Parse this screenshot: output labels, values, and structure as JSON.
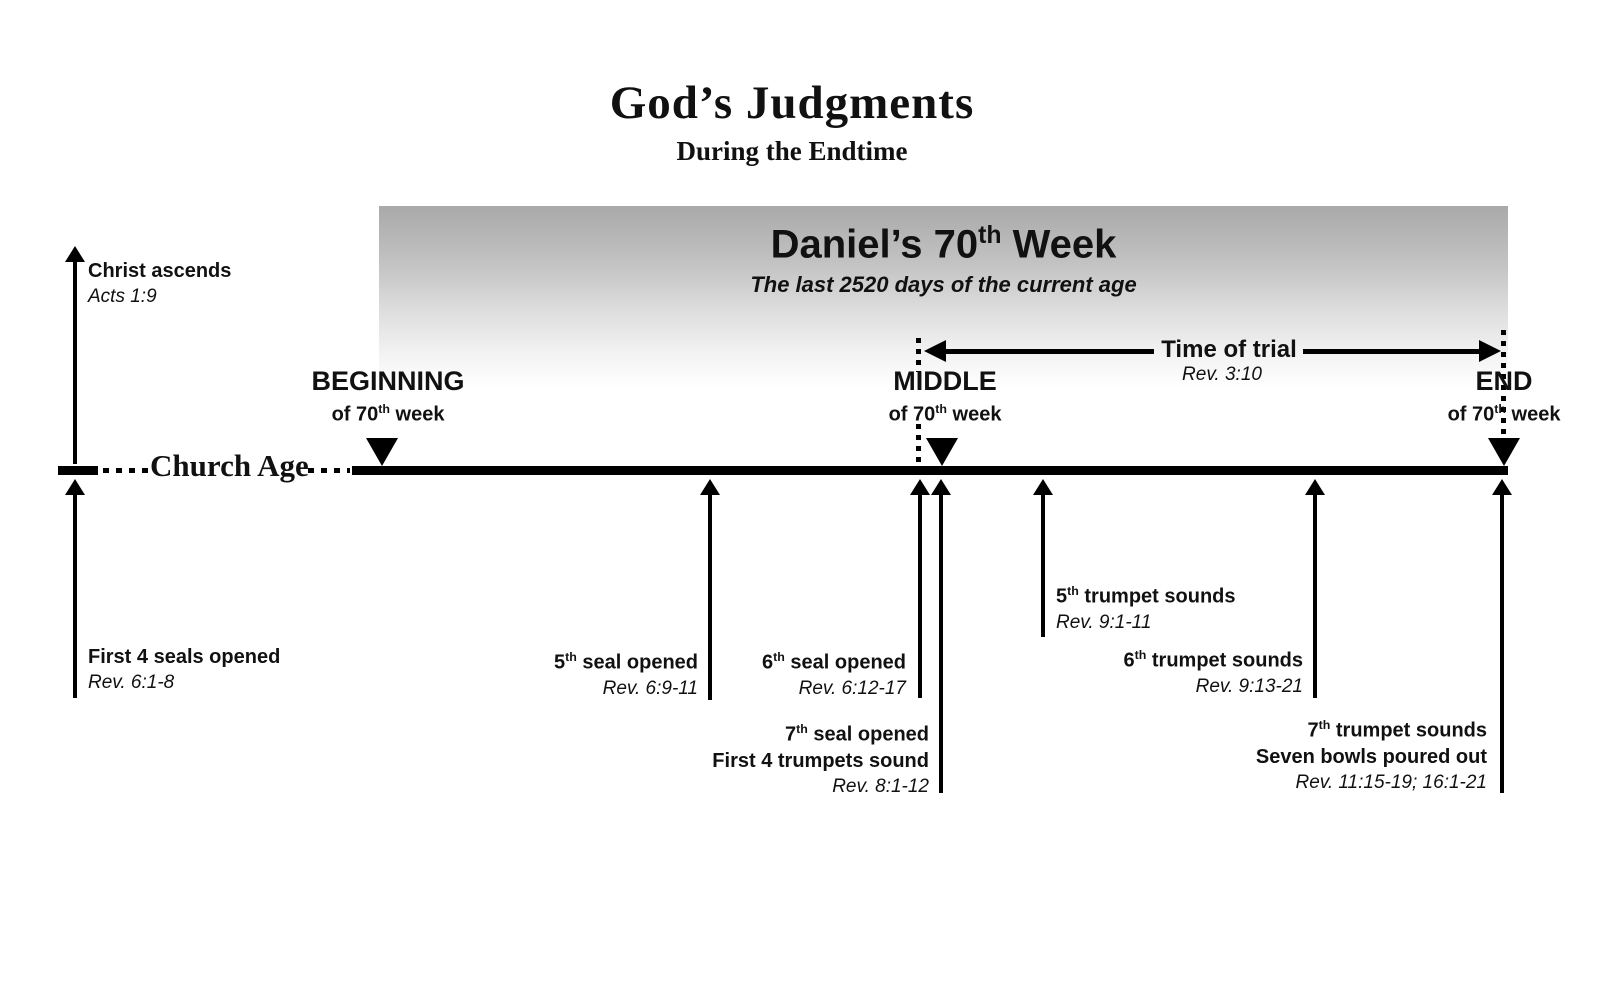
{
  "title": {
    "main": "God’s Judgments",
    "subtitle": "During the Endtime"
  },
  "banner": {
    "heading_prefix": "Daniel’s 70",
    "heading_sup": "th",
    "heading_suffix": " Week",
    "subtitle": "The last 2520 days of the current age"
  },
  "timeline": {
    "church_age_label": "Church Age"
  },
  "markers": {
    "beginning": {
      "title": "BEGINNING",
      "sub_prefix": "of 70",
      "sub_sup": "th",
      "sub_suffix": " week"
    },
    "middle": {
      "title": "MIDDLE",
      "sub_prefix": "of 70",
      "sub_sup": "th",
      "sub_suffix": " week"
    },
    "end": {
      "title": "END",
      "sub_prefix": "of 70",
      "sub_sup": "th",
      "sub_suffix": " week"
    }
  },
  "trial": {
    "label": "Time of trial",
    "ref": "Rev. 3:10"
  },
  "events": {
    "christ_ascends": {
      "label": "Christ ascends",
      "ref": "Acts 1:9"
    },
    "first_seals": {
      "label": "First 4 seals opened",
      "ref": "Rev. 6:1-8"
    },
    "seal5": {
      "prefix": "5",
      "sup": "th",
      "suffix": " seal opened",
      "ref": "Rev. 6:9-11"
    },
    "seal6": {
      "prefix": "6",
      "sup": "th",
      "suffix": " seal opened",
      "ref": "Rev. 6:12-17"
    },
    "seal7": {
      "prefix": "7",
      "sup": "th",
      "suffix": " seal opened",
      "line2": "First 4 trumpets sound",
      "ref": "Rev. 8:1-12"
    },
    "trumpet5": {
      "prefix": "5",
      "sup": "th",
      "suffix": " trumpet sounds",
      "ref": "Rev. 9:1-11"
    },
    "trumpet6": {
      "prefix": "6",
      "sup": "th",
      "suffix": " trumpet sounds",
      "ref": "Rev. 9:13-21"
    },
    "trumpet7": {
      "prefix": "7",
      "sup": "th",
      "suffix": " trumpet sounds",
      "line2": "Seven bowls poured out",
      "ref": "Rev. 11:15-19; 16:1-21"
    }
  },
  "colors": {
    "ink": "#111111",
    "banner_gradient_top": "#a9a9a9",
    "banner_gradient_bottom": "#ffffff",
    "background": "#ffffff"
  }
}
